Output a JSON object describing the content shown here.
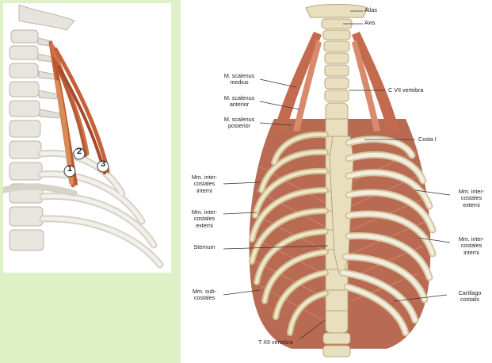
{
  "left_figure": {
    "markers": [
      "1",
      "2",
      "3"
    ]
  },
  "right_figure": {
    "labels": {
      "atlas": "Atlas",
      "axis": "Axis",
      "scalenus_medius": "M. scalenus\nmedius",
      "c7": "C VII vertebra",
      "scalenus_anterior": "M. scalenus\nanterior",
      "scalenus_posterior": "M. scalenus\nposterior",
      "costa": "Costa I",
      "intercostales_interni_left": "Mm. inter-\ncostales\ninterni",
      "intercostales_externi_right": "Mm. inter-\ncostales\nexterni",
      "intercostales_externi_left": "Mm. inter-\ncostales\nexterni",
      "sternum": "Sternum",
      "intercostales_interni_right": "Mm. inter-\ncostales\ninterni",
      "subcostales": "Mm. sub-\ncostales",
      "cartilago": "Cartilago\ncostalis",
      "t12": "T XII vertebra"
    }
  },
  "colors": {
    "background": "#ddf0c6",
    "muscle": "#c9673f",
    "muscle_dark": "#a84a2c",
    "bone": "#e9dfbf",
    "bone_shadow": "#c9b98f"
  }
}
